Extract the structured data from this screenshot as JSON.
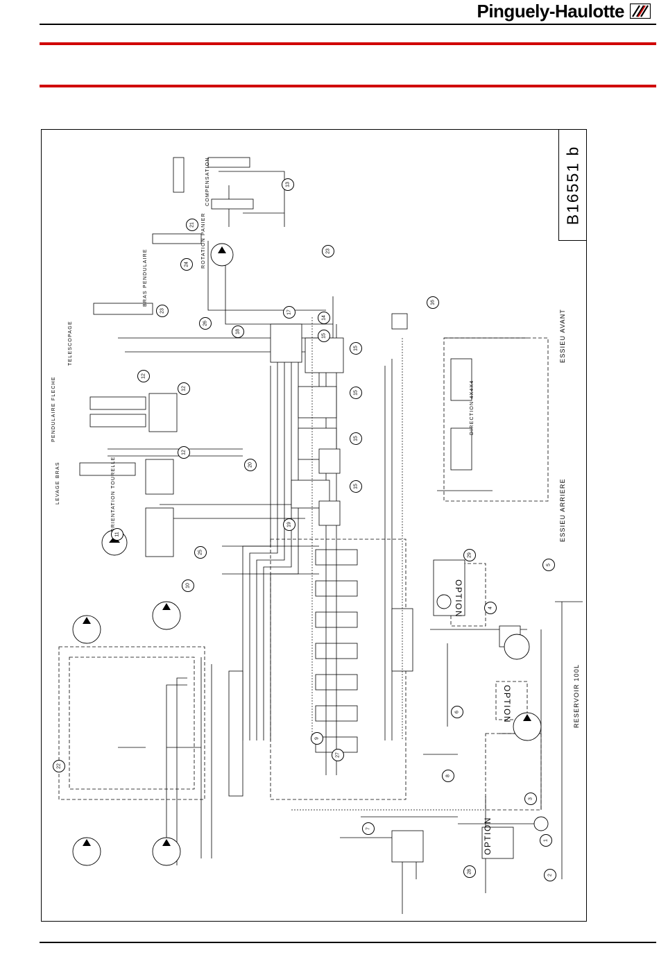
{
  "header": {
    "brand": "Pinguely-Haulotte"
  },
  "diagram": {
    "drawing_number": "B16551 b",
    "direction_label": "DIRECTION 4X4X4",
    "option_labels": [
      "OPTION",
      "OPTION",
      "OPTION"
    ],
    "side_labels": {
      "rear_axle": "ESSIEU ARRIERE",
      "front_axle": "ESSIEU AVANT",
      "reservoir": "RESERVOIR 100L"
    },
    "cylinder_labels": [
      "LEVAGE BRAS",
      "PENDULAIRE FLECHE",
      "TELESCOPAGE",
      "BRAS PENDULAIRE",
      "COMPENSATION",
      "ORIENTATION TOURELLE",
      "ROTATION PANIER"
    ],
    "component_tags": [
      "1",
      "2",
      "3",
      "4",
      "5",
      "6",
      "7",
      "8",
      "9",
      "10",
      "11",
      "12",
      "12",
      "12",
      "13",
      "14",
      "15",
      "15",
      "15",
      "15",
      "15",
      "16",
      "17",
      "18",
      "19",
      "20",
      "21",
      "22",
      "23",
      "23",
      "24",
      "25",
      "26",
      "27",
      "28",
      "29"
    ]
  },
  "colors": {
    "accent": "#d00000"
  }
}
